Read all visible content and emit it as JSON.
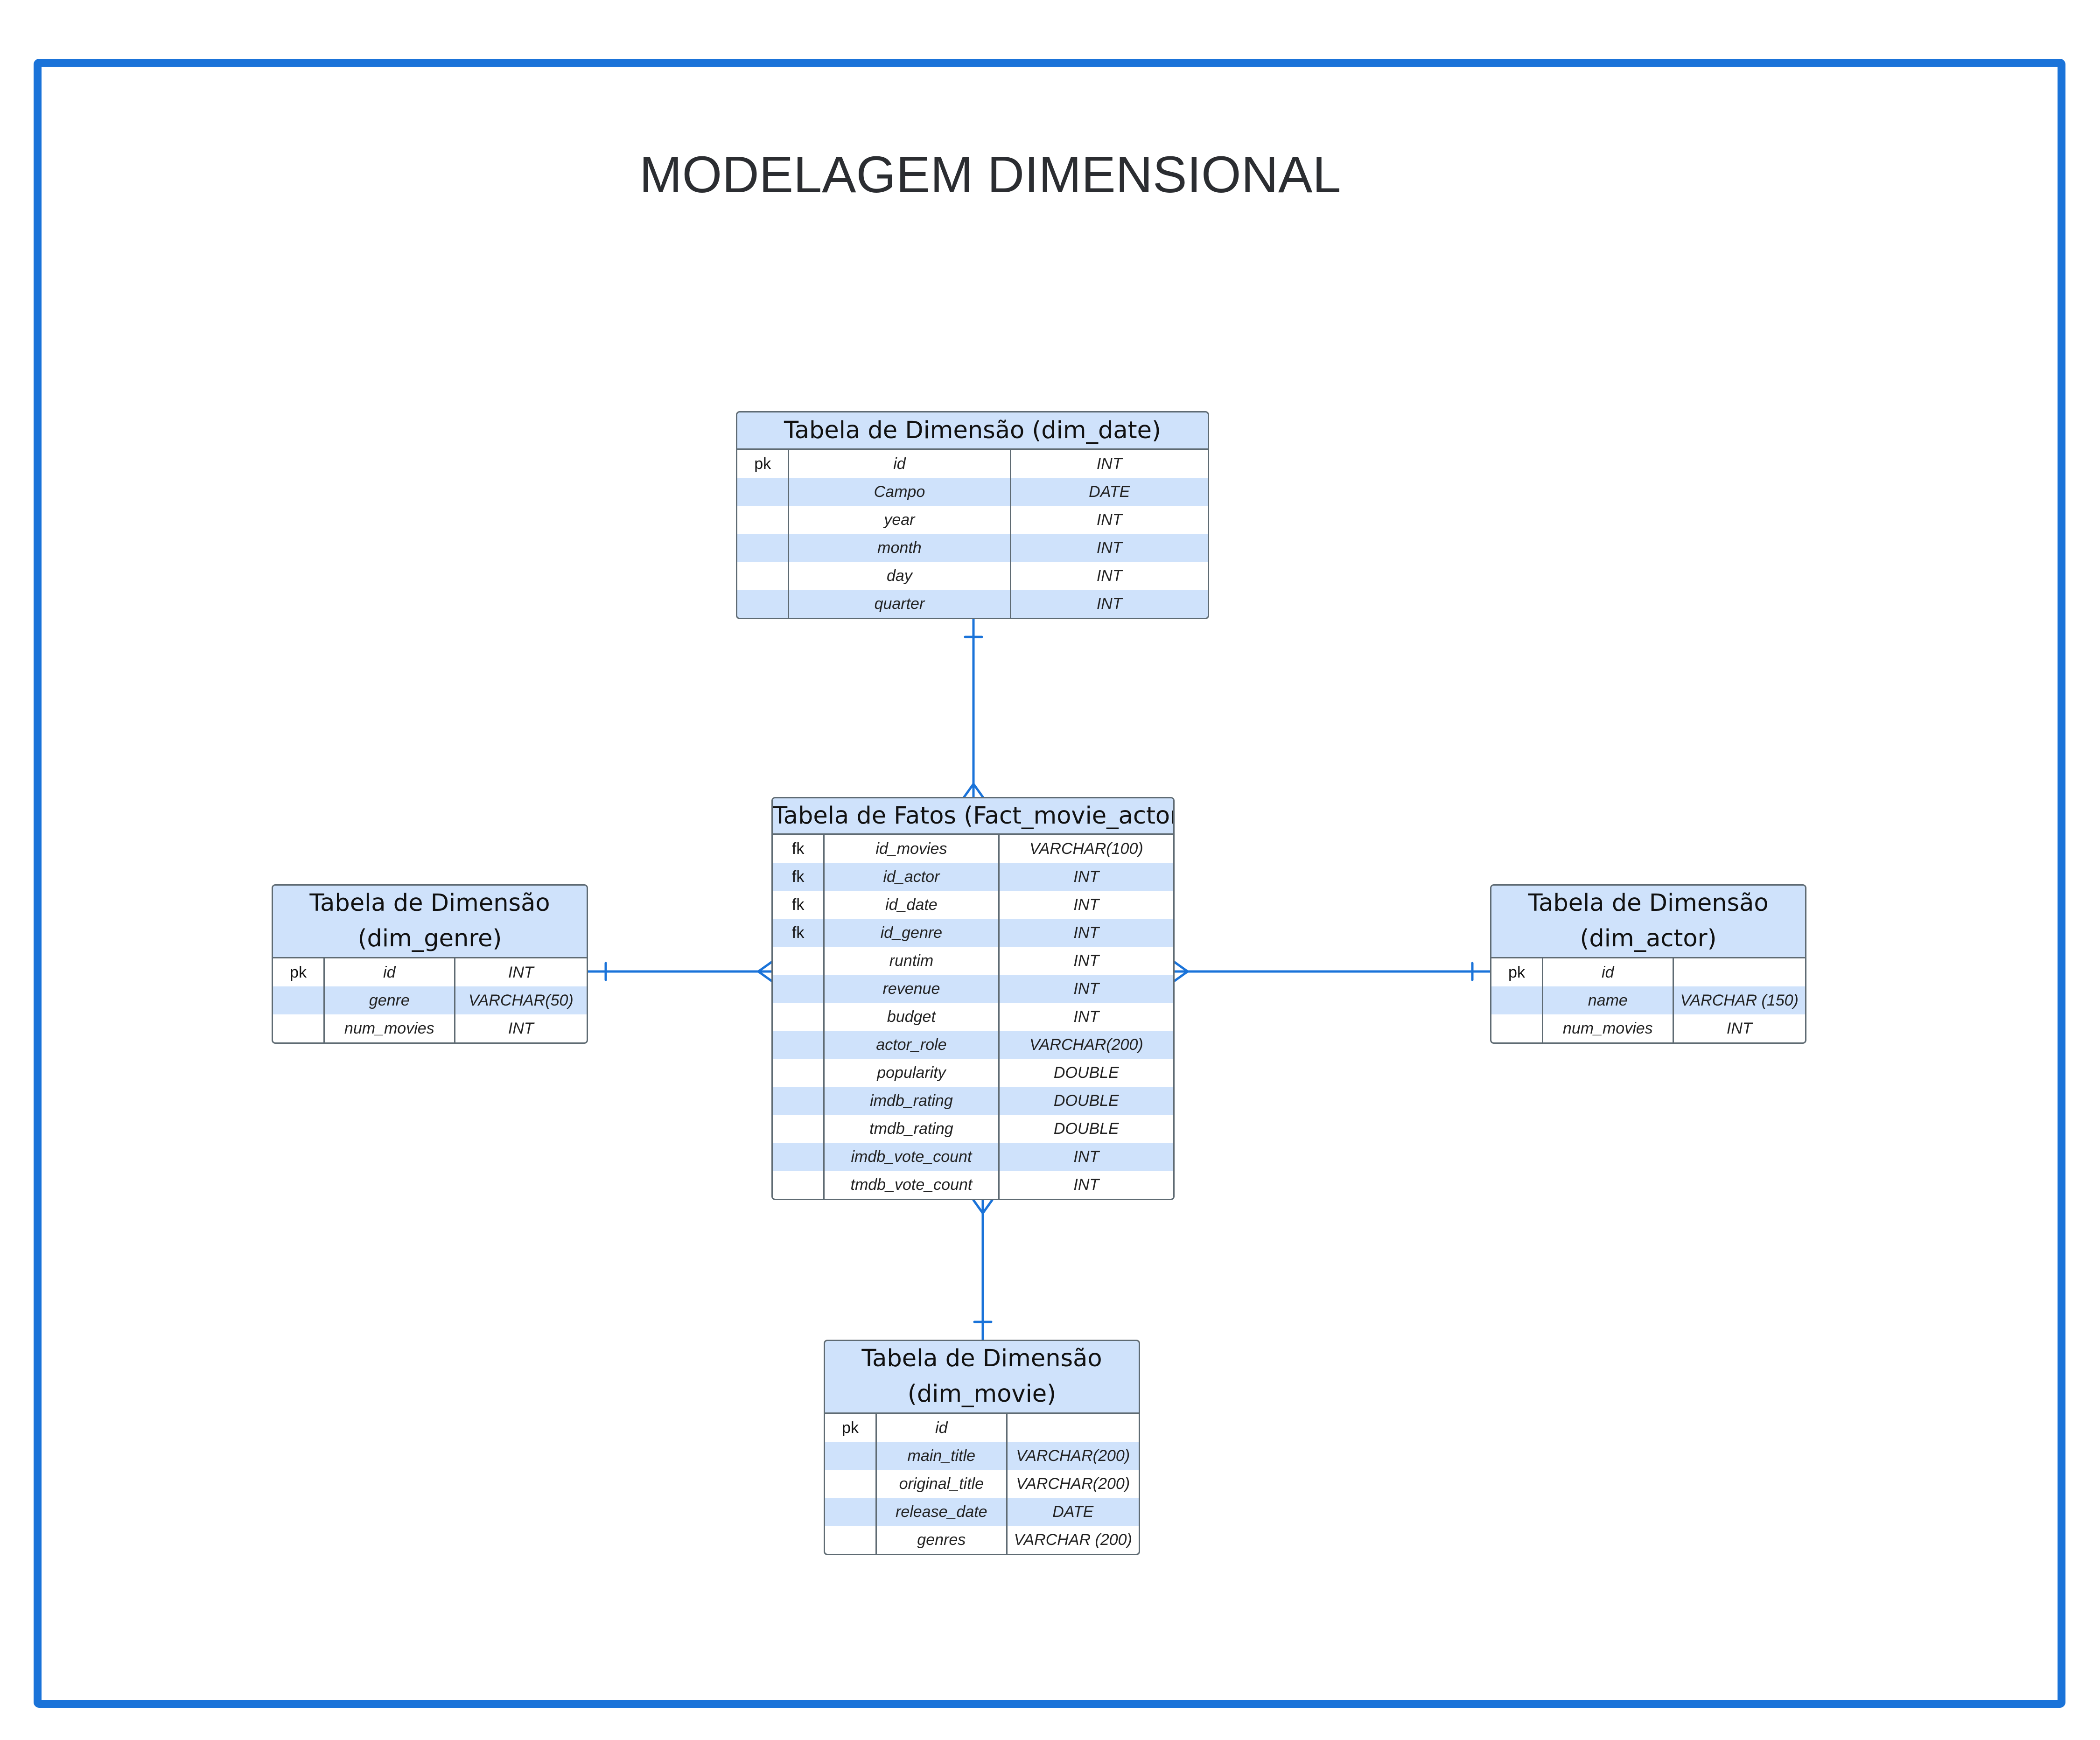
{
  "diagram": {
    "title": "MODELAGEM DIMENSIONAL",
    "colors": {
      "frame": "#1a73d9",
      "connector": "#1a73d9",
      "header_fill": "#cfe2fb",
      "alt_row_fill": "#cfe2fb",
      "border": "#5f6b73"
    }
  },
  "entities": {
    "dim_date": {
      "title_lines": [
        "Tabela de Dimensão (dim_date)"
      ],
      "rows": [
        {
          "key": "pk",
          "name": "id",
          "type": "INT"
        },
        {
          "key": "",
          "name": "Campo",
          "type": "DATE"
        },
        {
          "key": "",
          "name": "year",
          "type": "INT"
        },
        {
          "key": "",
          "name": "month",
          "type": "INT"
        },
        {
          "key": "",
          "name": "day",
          "type": "INT"
        },
        {
          "key": "",
          "name": "quarter",
          "type": "INT"
        }
      ]
    },
    "fact": {
      "title_lines": [
        "Tabela de Fatos (Fact_movie_actor)"
      ],
      "rows": [
        {
          "key": "fk",
          "name": "id_movies",
          "type": "VARCHAR(100)"
        },
        {
          "key": "fk",
          "name": "id_actor",
          "type": "INT"
        },
        {
          "key": "fk",
          "name": "id_date",
          "type": "INT"
        },
        {
          "key": "fk",
          "name": "id_genre",
          "type": "INT"
        },
        {
          "key": "",
          "name": "runtim",
          "type": "INT"
        },
        {
          "key": "",
          "name": "revenue",
          "type": "INT"
        },
        {
          "key": "",
          "name": "budget",
          "type": "INT"
        },
        {
          "key": "",
          "name": "actor_role",
          "type": "VARCHAR(200)"
        },
        {
          "key": "",
          "name": "popularity",
          "type": "DOUBLE"
        },
        {
          "key": "",
          "name": "imdb_rating",
          "type": "DOUBLE"
        },
        {
          "key": "",
          "name": "tmdb_rating",
          "type": "DOUBLE"
        },
        {
          "key": "",
          "name": "imdb_vote_count",
          "type": "INT"
        },
        {
          "key": "",
          "name": "tmdb_vote_count",
          "type": "INT"
        }
      ]
    },
    "dim_genre": {
      "title_lines": [
        "Tabela de Dimensão",
        "(dim_genre)"
      ],
      "rows": [
        {
          "key": "pk",
          "name": "id",
          "type": "INT"
        },
        {
          "key": "",
          "name": "genre",
          "type": "VARCHAR(50)"
        },
        {
          "key": "",
          "name": "num_movies",
          "type": "INT"
        }
      ]
    },
    "dim_actor": {
      "title_lines": [
        "Tabela de Dimensão",
        "(dim_actor)"
      ],
      "rows": [
        {
          "key": "pk",
          "name": "id",
          "type": ""
        },
        {
          "key": "",
          "name": "name",
          "type": "VARCHAR (150)"
        },
        {
          "key": "",
          "name": "num_movies",
          "type": "INT"
        }
      ]
    },
    "dim_movie": {
      "title_lines": [
        "Tabela de Dimensão",
        "(dim_movie)"
      ],
      "rows": [
        {
          "key": "pk",
          "name": "id",
          "type": ""
        },
        {
          "key": "",
          "name": "main_title",
          "type": "VARCHAR(200)"
        },
        {
          "key": "",
          "name": "original_title",
          "type": "VARCHAR(200)"
        },
        {
          "key": "",
          "name": "release_date",
          "type": "DATE"
        },
        {
          "key": "",
          "name": "genres",
          "type": "VARCHAR (200)"
        }
      ]
    }
  },
  "relationships": [
    {
      "from": "dim_date",
      "to": "fact",
      "from_end": "one",
      "to_end": "many"
    },
    {
      "from": "dim_genre",
      "to": "fact",
      "from_end": "one",
      "to_end": "many"
    },
    {
      "from": "dim_actor",
      "to": "fact",
      "from_end": "one",
      "to_end": "many"
    },
    {
      "from": "dim_movie",
      "to": "fact",
      "from_end": "one",
      "to_end": "many"
    }
  ]
}
